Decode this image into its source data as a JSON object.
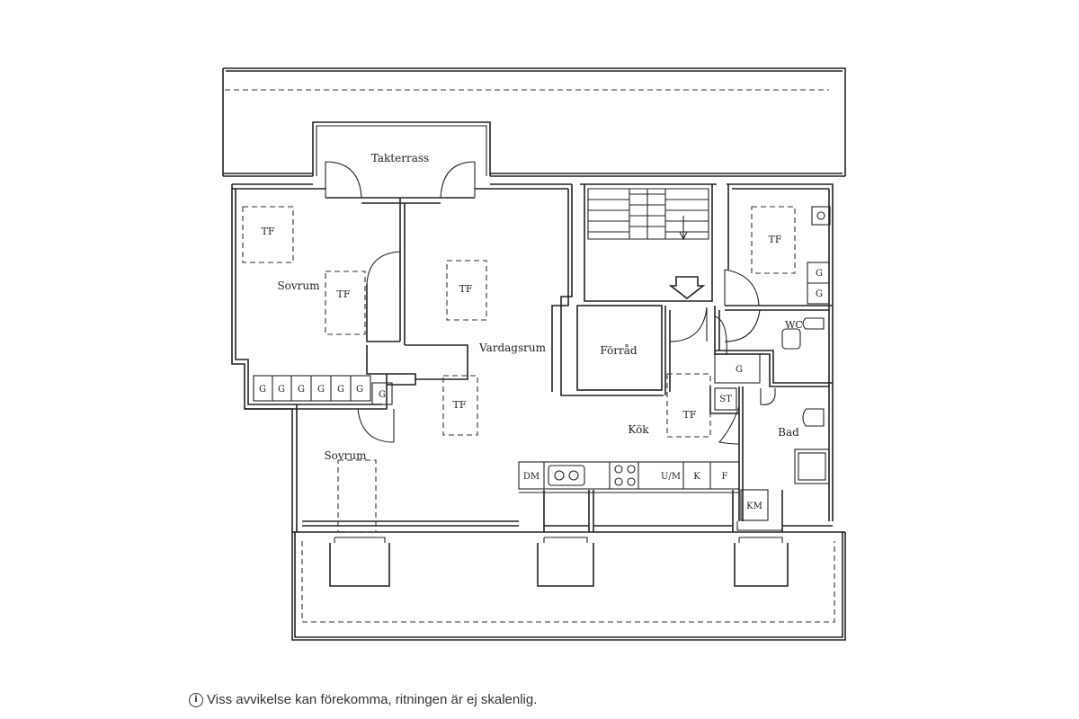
{
  "rooms": {
    "takterrass": "Takterrass",
    "sovrum_1": "Sovrum",
    "sovrum_2": "Sovrum",
    "vardagsrum": "Vardagsrum",
    "forrad": "Förråd",
    "kok": "Kök",
    "wc": "WC",
    "bad": "Bad"
  },
  "markers": {
    "tf": "TF",
    "g": "G",
    "st": "ST",
    "km": "KM",
    "dm": "DM",
    "um": "U/M",
    "k": "K",
    "f": "F"
  },
  "footer": {
    "icon": "info-icon",
    "disclaimer": "Viss avvikelse kan förekomma, ritningen är ej skalenlig."
  },
  "colors": {
    "line": "#222222",
    "background": "#ffffff"
  }
}
